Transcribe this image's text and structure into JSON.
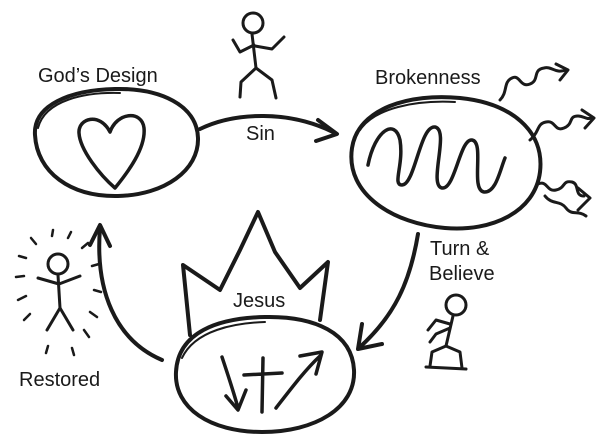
{
  "labels": {
    "gods_design": "God’s Design",
    "sin": "Sin",
    "brokenness": "Brokenness",
    "turn_believe_line1": "Turn &",
    "turn_believe_line2": "Believe",
    "jesus": "Jesus",
    "restored": "Restored"
  },
  "colors": {
    "ink": "#1a1a1a",
    "background": "#ffffff"
  }
}
